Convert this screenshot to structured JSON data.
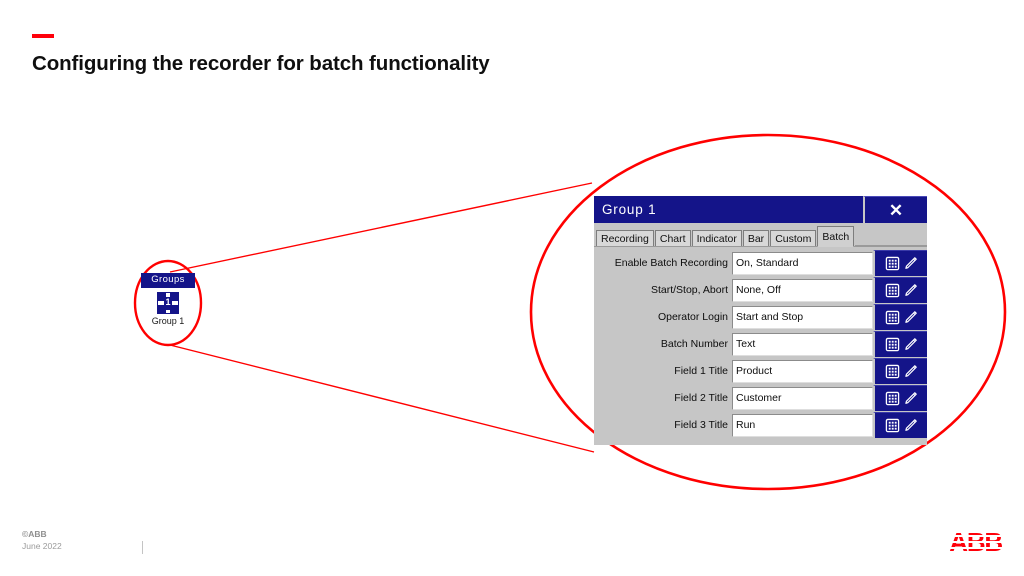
{
  "slide": {
    "title": "Configuring the recorder for batch functionality",
    "accent_color": "#ff000a",
    "callout_color": "#ff0000"
  },
  "source_widget": {
    "titlebar": "Groups",
    "icon": "group-1-glyph",
    "icon_number": "1",
    "caption": "Group 1"
  },
  "dialog": {
    "title": "Group 1",
    "close_label": "✕",
    "tabs": [
      {
        "label": "Recording",
        "active": false
      },
      {
        "label": "Chart",
        "active": false
      },
      {
        "label": "Indicator",
        "active": false
      },
      {
        "label": "Bar",
        "active": false
      },
      {
        "label": "Custom",
        "active": false
      },
      {
        "label": "Batch",
        "active": true
      }
    ],
    "rows": [
      {
        "label": "Enable Batch Recording",
        "value": "On, Standard"
      },
      {
        "label": "Start/Stop, Abort",
        "value": "None, Off"
      },
      {
        "label": "Operator Login",
        "value": "Start and Stop"
      },
      {
        "label": "Batch Number",
        "value": "Text"
      },
      {
        "label": "Field 1 Title",
        "value": "Product"
      },
      {
        "label": "Field 2 Title",
        "value": "Customer"
      },
      {
        "label": "Field 3 Title",
        "value": "Run"
      }
    ],
    "row_actions": [
      {
        "icon": "keypad-icon"
      },
      {
        "icon": "pencil-edit-icon"
      }
    ],
    "colors": {
      "titlebar": "#141489",
      "body": "#c6c6c6",
      "field": "#ffffff",
      "action": "#141489"
    }
  },
  "footer": {
    "copyright": "©ABB",
    "date": "June 2022",
    "logo": "ABB"
  }
}
